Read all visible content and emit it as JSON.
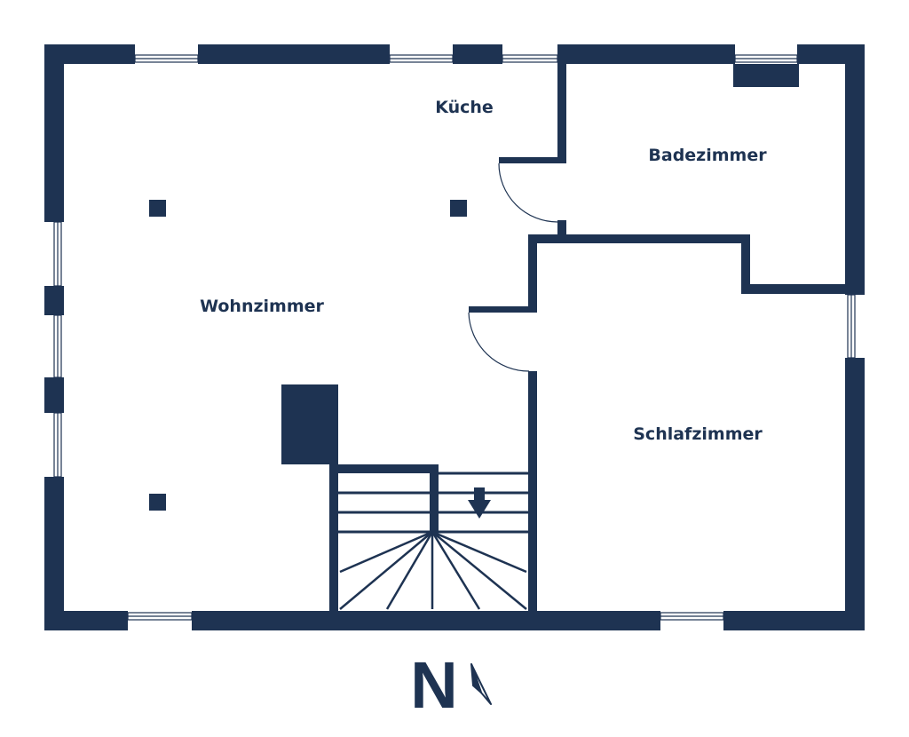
{
  "colors": {
    "wall": "#1e3352",
    "background": "#ffffff",
    "window_line": "#1e3352"
  },
  "rooms": {
    "kueche": "Küche",
    "badezimmer": "Badezimmer",
    "wohnzimmer": "Wohnzimmer",
    "schlafzimmer": "Schlafzimmer"
  },
  "compass": {
    "letter": "N",
    "icon": "compass-needle-icon"
  },
  "stairs": {
    "direction": "down",
    "icon": "arrow-down-icon"
  }
}
